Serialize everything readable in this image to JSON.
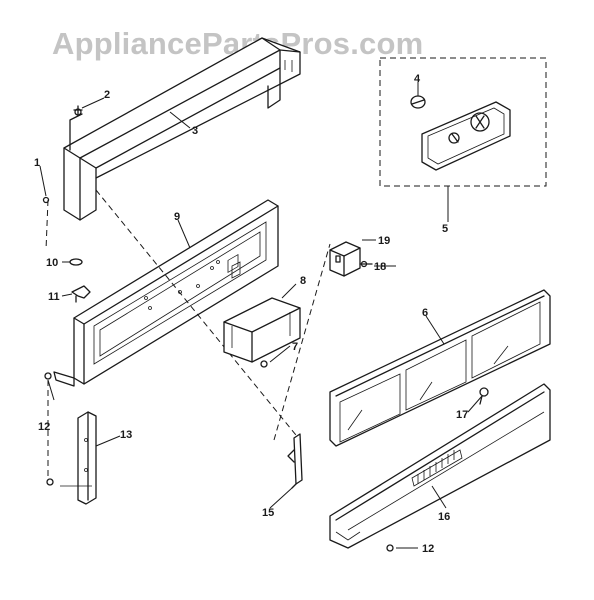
{
  "watermark": "AppliancePartsPros.com",
  "callouts": {
    "c1": "1",
    "c2": "2",
    "c3": "3",
    "c4": "4",
    "c5": "5",
    "c6": "6",
    "c7": "7",
    "c8": "8",
    "c9": "9",
    "c10": "10",
    "c11": "11",
    "c12a": "12",
    "c12b": "12",
    "c13": "13",
    "c15": "15",
    "c16": "16",
    "c17": "17",
    "c18": "18",
    "c19": "19"
  },
  "colors": {
    "ink": "#1a1a1a",
    "watermark": "#c4c4c4",
    "background": "#ffffff"
  }
}
